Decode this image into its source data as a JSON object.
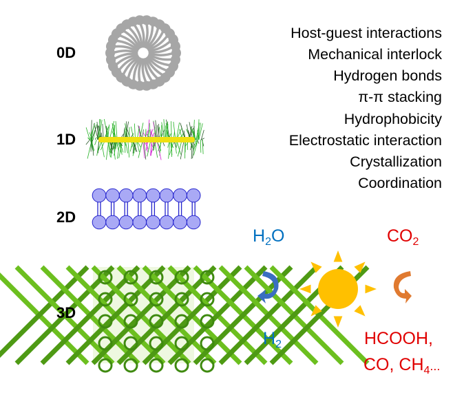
{
  "dimensions": [
    "0D",
    "1D",
    "2D",
    "3D"
  ],
  "interactions": [
    "Host-guest interactions",
    "Mechanical interlock",
    "Hydrogen bonds",
    "π-π stacking",
    "Hydrophobicity",
    "Electrostatic interaction",
    "Crystallization",
    "Coordination"
  ],
  "photocatalysis": {
    "water_reactant": {
      "main": "H",
      "sub": "2",
      "tail": "O"
    },
    "water_product": {
      "main": "H",
      "sub": "2"
    },
    "co2_reactant": {
      "main": "CO",
      "sub": "2"
    },
    "co2_products_line1": "HCOOH,",
    "co2_products_line2": {
      "main": "CO, CH",
      "sub": "4",
      "tail": "..."
    }
  },
  "colors": {
    "water": "#0070c0",
    "co2": "#e00000",
    "sun": "#ffc000",
    "micelle": "#a6a6a6",
    "bilayer": "#a9a9f5",
    "bilayer_edge": "#2222cc",
    "lattice": "#6cbf1f",
    "arrow_left": "#3a6ec0",
    "arrow_right": "#e07a30"
  }
}
